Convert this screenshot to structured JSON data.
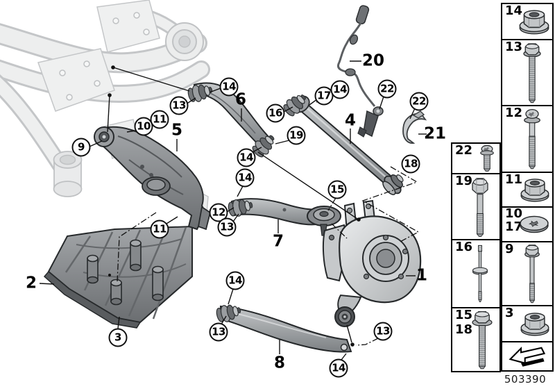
{
  "diagram_code": "503390",
  "legend": {
    "col_left": [
      {
        "labels": [
          "22"
        ],
        "icon": "torx-screw"
      },
      {
        "labels": [
          "19"
        ],
        "icon": "hex-bolt"
      },
      {
        "labels": [
          "16"
        ],
        "icon": "bolt-with-washer"
      },
      {
        "labels": [
          "15",
          "18"
        ],
        "icon": "flange-bolt"
      }
    ],
    "col_right": [
      {
        "labels": [
          "14"
        ],
        "icon": "flange-nut"
      },
      {
        "labels": [
          "13"
        ],
        "icon": "flange-bolt-long"
      },
      {
        "labels": [
          "12"
        ],
        "icon": "torx-bolt-long"
      },
      {
        "labels": [
          "11"
        ],
        "icon": "flange-nut"
      },
      {
        "labels": [
          "10",
          "17"
        ],
        "icon": "washer"
      },
      {
        "labels": [
          "9"
        ],
        "icon": "hex-flange-bolt"
      },
      {
        "labels": [
          "3"
        ],
        "icon": "flange-nut"
      },
      {
        "labels": [],
        "icon": "direction-arrow"
      }
    ]
  },
  "callouts": [
    {
      "label": "9"
    },
    {
      "label": "10"
    },
    {
      "label": "11"
    },
    {
      "label": "13"
    },
    {
      "label": "14"
    },
    {
      "label": "16"
    },
    {
      "label": "17"
    },
    {
      "label": "14"
    },
    {
      "label": "22"
    },
    {
      "label": "22"
    },
    {
      "label": "19"
    },
    {
      "label": "18"
    },
    {
      "label": "15"
    },
    {
      "label": "14"
    },
    {
      "label": "14"
    },
    {
      "label": "12"
    },
    {
      "label": "13"
    },
    {
      "label": "11"
    },
    {
      "label": "3"
    },
    {
      "label": "14"
    },
    {
      "label": "13"
    },
    {
      "label": "14"
    },
    {
      "label": "13"
    }
  ],
  "part_labels": [
    {
      "label": "20"
    },
    {
      "label": "21"
    },
    {
      "label": "1"
    },
    {
      "label": "2"
    },
    {
      "label": "4"
    },
    {
      "label": "5"
    },
    {
      "label": "6"
    },
    {
      "label": "7"
    },
    {
      "label": "8"
    }
  ],
  "colors": {
    "arm_gray": "#8d9194",
    "light_sketch": "#c5c7c9",
    "outline": "#2c2f31"
  }
}
